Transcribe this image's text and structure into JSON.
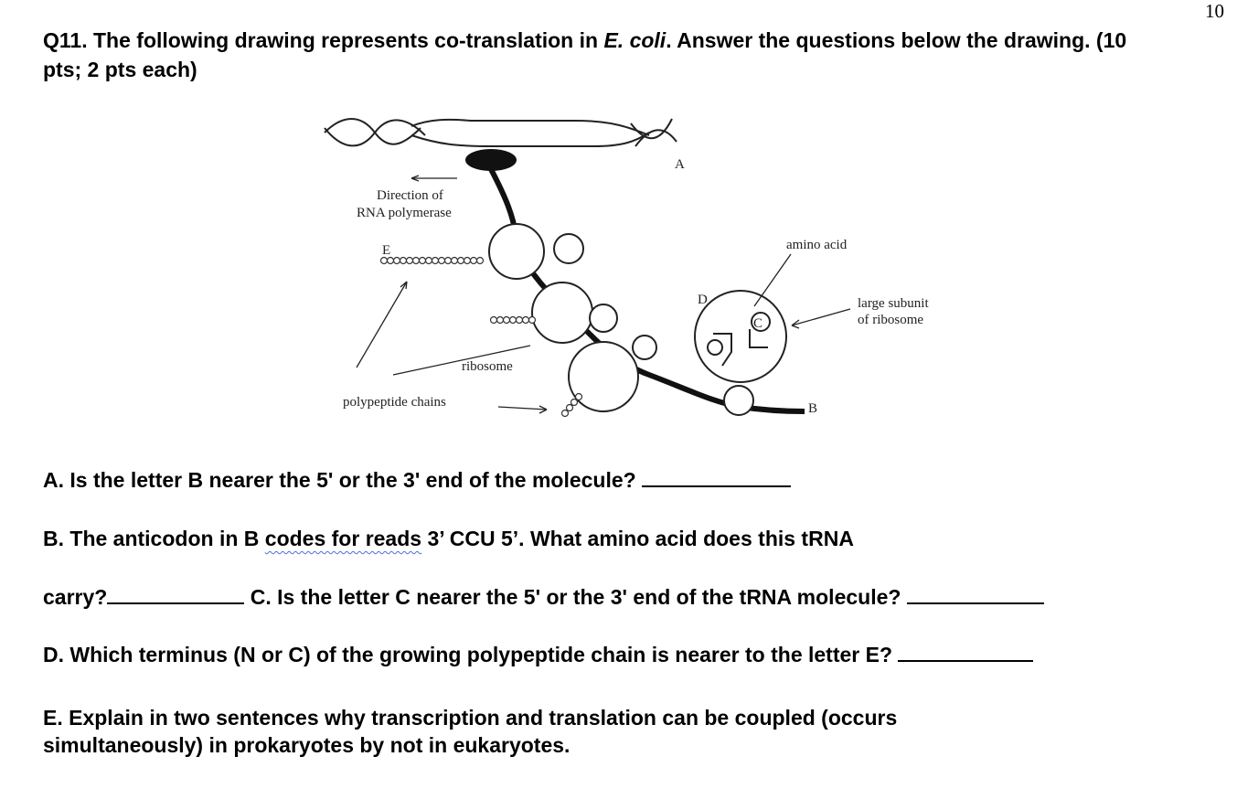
{
  "page_number": "10",
  "title": {
    "number": "Q11",
    "before_italic": ". The following drawing represents co-translation in ",
    "italic": "E. coli",
    "after_italic": ". Answer the questions below the  drawing. (10 pts; 2 pts each)"
  },
  "diagram": {
    "labels": {
      "A": "A",
      "direction_line1": "Direction of",
      "direction_line2": "RNA polymerase",
      "E": "E",
      "D": "D",
      "C": "C",
      "B": "B",
      "amino_acid": "amino acid",
      "large_subunit_line1": "large subunit",
      "large_subunit_line2": "of ribosome",
      "ribosome": "ribosome",
      "polypeptide_chains": "polypeptide chains"
    }
  },
  "questions": {
    "a": "A. Is the letter B nearer the 5' or the 3' end of the molecule?",
    "b_prefix": "B. The anticodon in B ",
    "b_underlined": "codes for reads",
    "b_suffix": " 3’ CCU 5’. What amino acid does this tRNA",
    "b_carry": "carry?",
    "c": "C. Is the letter C nearer the 5' or the 3' end of the tRNA molecule?",
    "d": "D. Which terminus (N or C) of the growing polypeptide chain is nearer to the letter E?",
    "e_line1": "E. Explain in two sentences why transcription and translation can be coupled (occurs",
    "e_line2": "simultaneously) in prokaryotes by not in eukaryotes."
  }
}
